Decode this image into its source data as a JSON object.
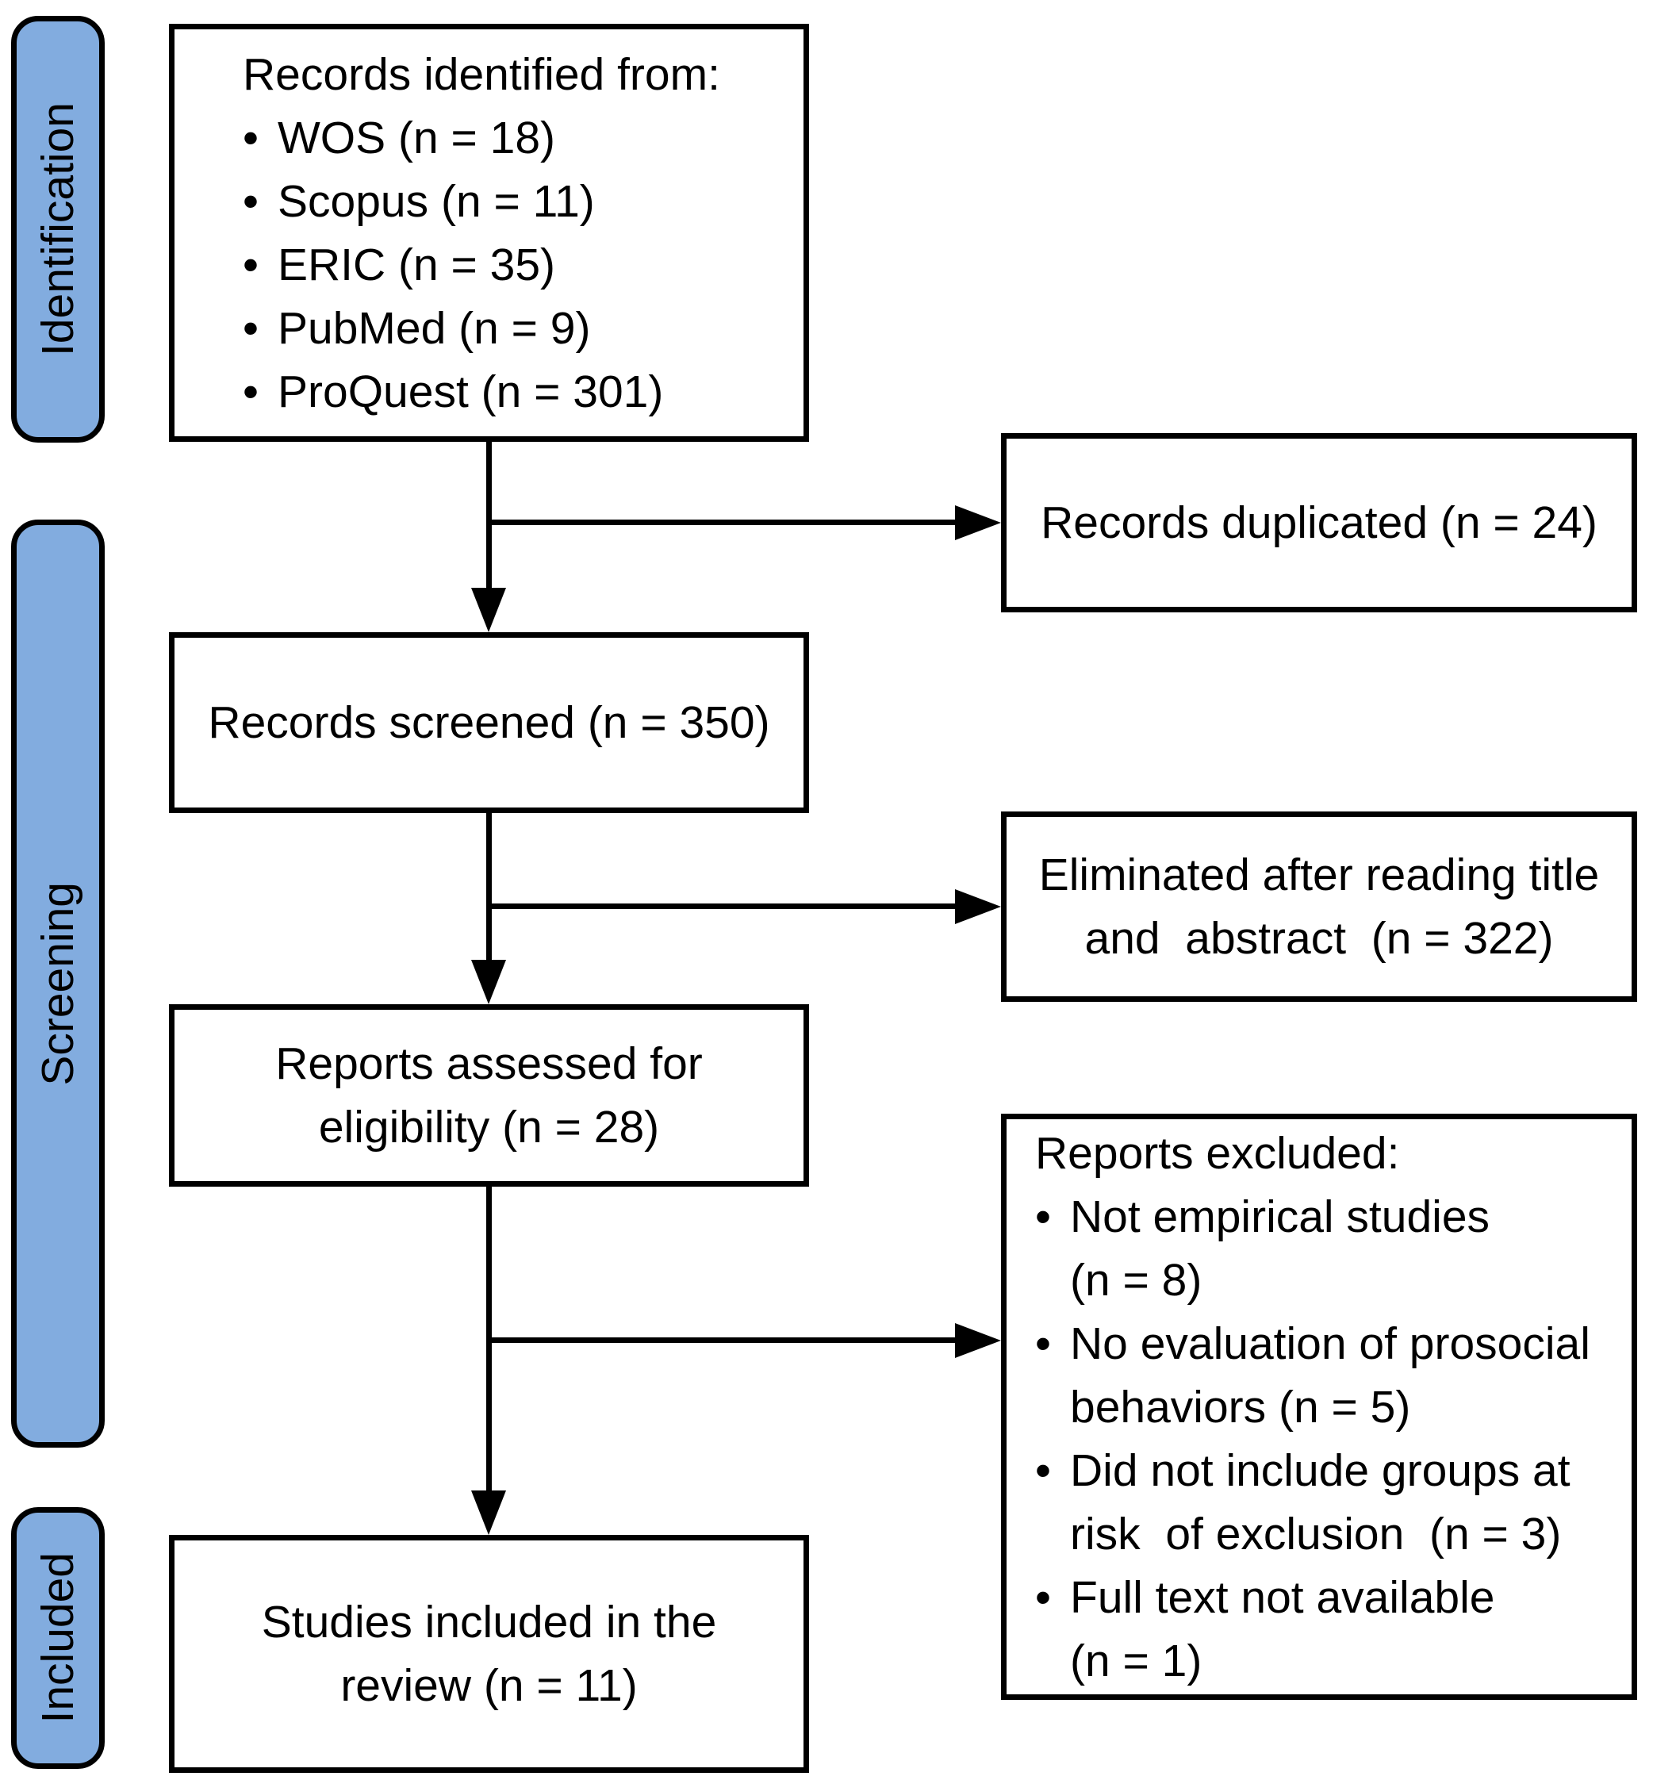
{
  "colors": {
    "stage_fill": "#82acdf",
    "line_and_border": "#000000",
    "background": "#ffffff"
  },
  "stages": [
    {
      "label": "Identification"
    },
    {
      "label": "Screening"
    },
    {
      "label": "Included"
    }
  ],
  "boxes": {
    "identified": {
      "title": "Records identified from:",
      "items": [
        "WOS (n = 18)",
        "Scopus (n = 11)",
        "ERIC (n = 35)",
        "PubMed (n = 9)",
        "ProQuest (n = 301)"
      ]
    },
    "duplicated": {
      "text": "Records duplicated (n = 24)"
    },
    "screened": {
      "text": "Records screened (n = 350)"
    },
    "eliminated": {
      "text": "Eliminated after reading title\nand  abstract  (n = 322)"
    },
    "assessed": {
      "text": "Reports assessed for\neligibility (n = 28)"
    },
    "excluded": {
      "title": "Reports excluded:",
      "items": [
        "Not empirical studies\n(n = 8)",
        "No evaluation of prosocial\nbehaviors (n = 5)",
        "Did not include groups at\nrisk  of exclusion  (n = 3)",
        "Full text not available\n(n = 1)"
      ]
    },
    "included": {
      "text": "Studies included in the\nreview (n = 11)"
    }
  }
}
